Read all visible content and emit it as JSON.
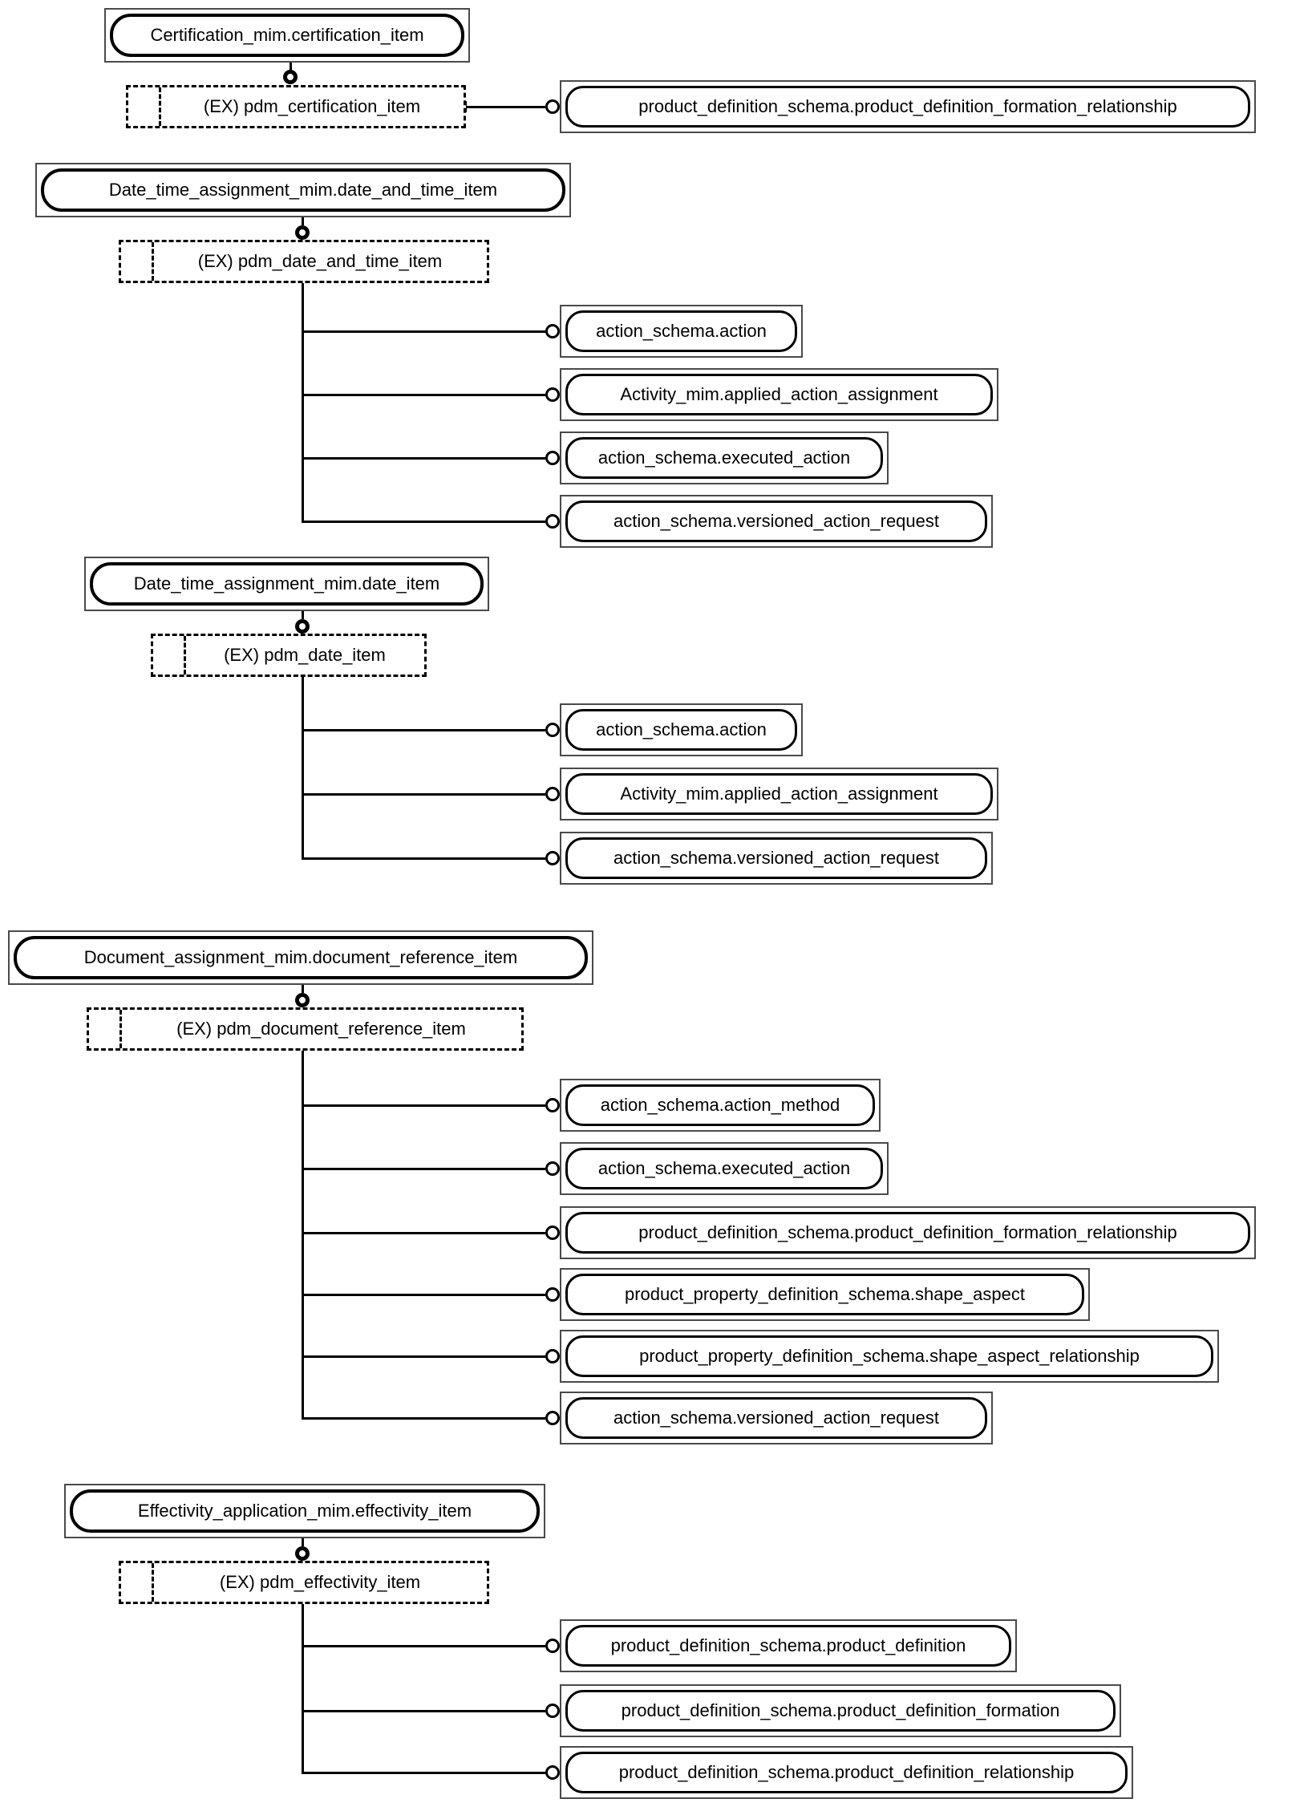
{
  "diagram": {
    "colors": {
      "line": "#000000",
      "box_border": "#000000",
      "background": "#ffffff"
    },
    "groups": [
      {
        "header": "Certification_mim.certification_item",
        "subtype": "(EX) pdm_certification_item",
        "targets": [
          "product_definition_schema.product_definition_formation_relationship"
        ]
      },
      {
        "header": "Date_time_assignment_mim.date_and_time_item",
        "subtype": "(EX) pdm_date_and_time_item",
        "targets": [
          "action_schema.action",
          "Activity_mim.applied_action_assignment",
          "action_schema.executed_action",
          "action_schema.versioned_action_request"
        ]
      },
      {
        "header": "Date_time_assignment_mim.date_item",
        "subtype": "(EX) pdm_date_item",
        "targets": [
          "action_schema.action",
          "Activity_mim.applied_action_assignment",
          "action_schema.versioned_action_request"
        ]
      },
      {
        "header": "Document_assignment_mim.document_reference_item",
        "subtype": "(EX) pdm_document_reference_item",
        "targets": [
          "action_schema.action_method",
          "action_schema.executed_action",
          "product_definition_schema.product_definition_formation_relationship",
          "product_property_definition_schema.shape_aspect",
          "product_property_definition_schema.shape_aspect_relationship",
          "action_schema.versioned_action_request"
        ]
      },
      {
        "header": "Effectivity_application_mim.effectivity_item",
        "subtype": "(EX) pdm_effectivity_item",
        "targets": [
          "product_definition_schema.product_definition",
          "product_definition_schema.product_definition_formation",
          "product_definition_schema.product_definition_relationship"
        ]
      }
    ]
  }
}
